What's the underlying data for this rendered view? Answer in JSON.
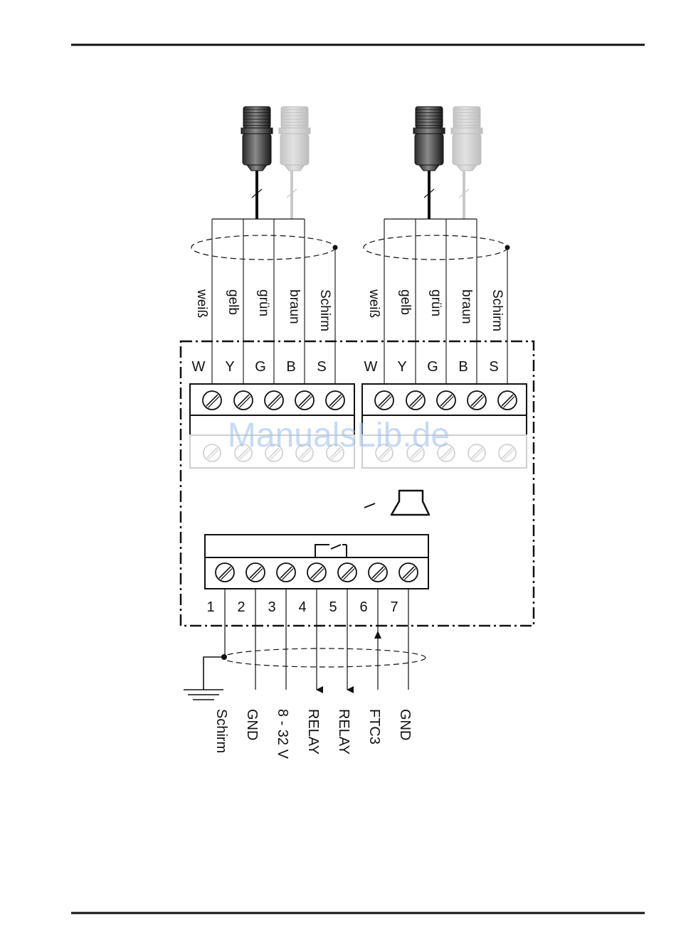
{
  "sensor_wire_labels": [
    "weiß",
    "gelb",
    "grün",
    "braun",
    "Schirm"
  ],
  "terminal_letters": [
    "W",
    "Y",
    "G",
    "B",
    "S"
  ],
  "bottom_terminal_numbers": [
    "1",
    "2",
    "3",
    "4",
    "5",
    "6",
    "7"
  ],
  "bottom_signal_labels": [
    "Schirm",
    "GND",
    "8 - 32 V",
    "RELAY",
    "RELAY",
    "FTC3",
    "GND"
  ],
  "watermark": "ManualsLib.de"
}
